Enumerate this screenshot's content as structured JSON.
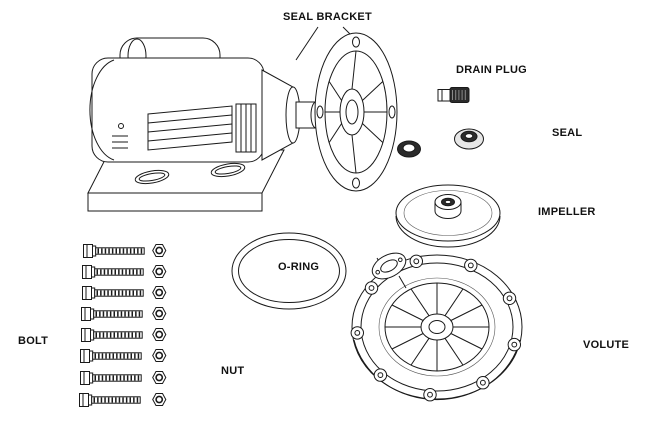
{
  "labels": {
    "seal_bracket": "SEAL BRACKET",
    "drain_plug": "DRAIN PLUG",
    "seal": "SEAL",
    "impeller": "IMPELLER",
    "o_ring": "O-RING",
    "volute": "VOLUTE",
    "bolt": "BOLT",
    "nut": "NUT"
  },
  "parts": {
    "bolt_count": 8,
    "nut_count": 8
  }
}
